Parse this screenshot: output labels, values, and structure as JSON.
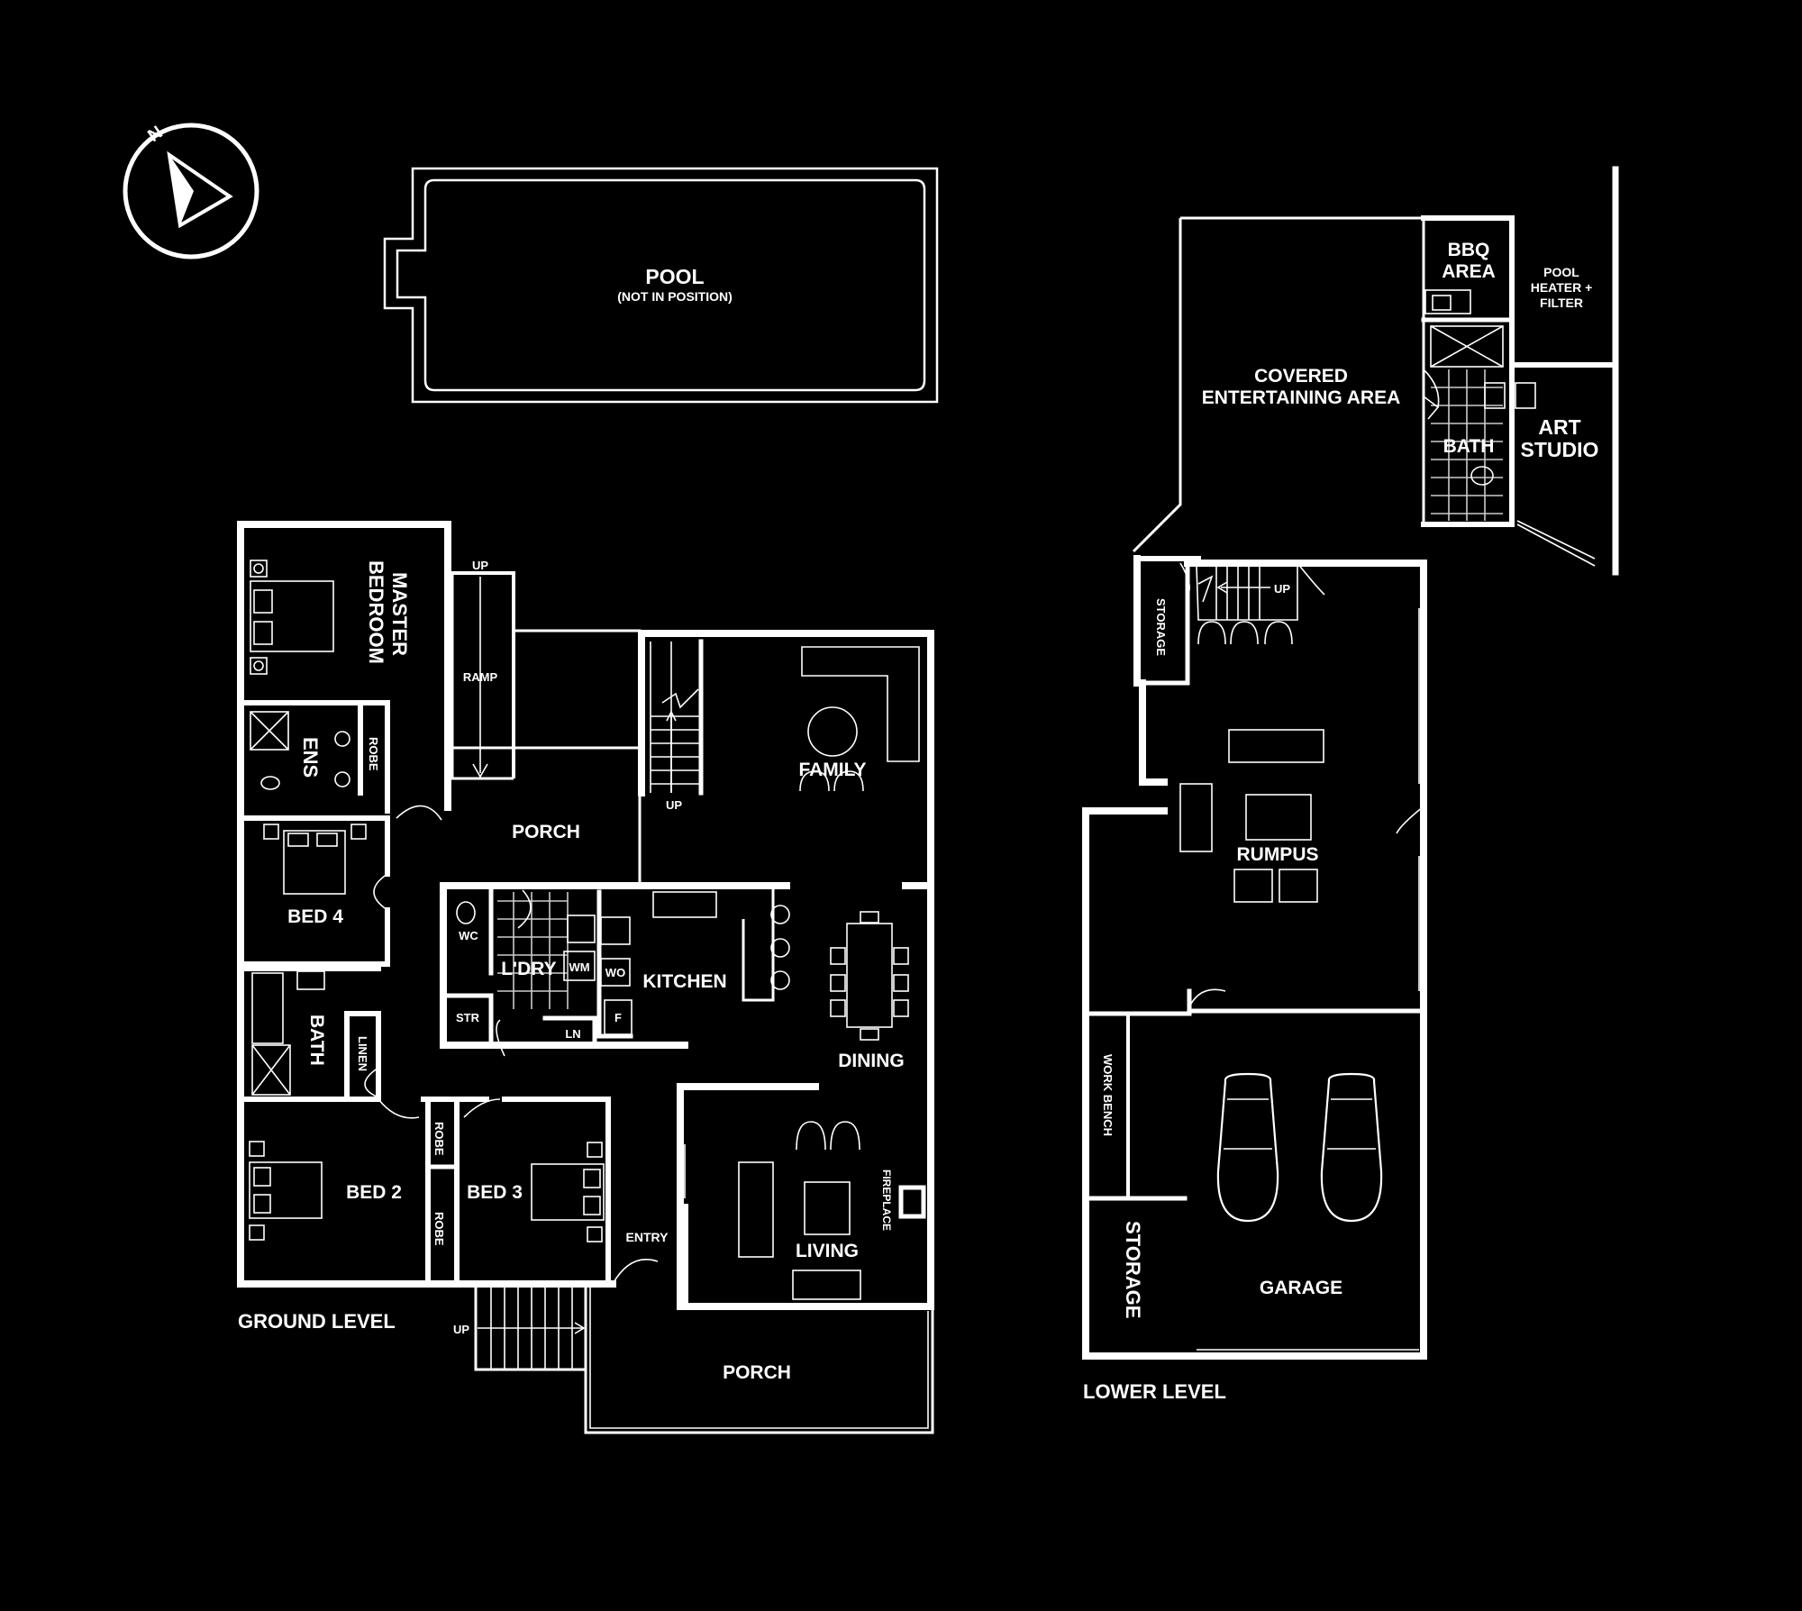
{
  "compass": {
    "north_label": "N",
    "icon": "north-arrow-icon"
  },
  "pool": {
    "label": "POOL",
    "note": "(NOT IN POSITION)"
  },
  "ground_level": {
    "title": "GROUND LEVEL",
    "rooms": {
      "master_bedroom_line1": "MASTER",
      "master_bedroom_line2": "BEDROOM",
      "ens": "ENS",
      "robe_master": "ROBE",
      "bed4": "BED 4",
      "bath": "BATH",
      "linen": "LINEN",
      "bed2": "BED 2",
      "robe_bed2": "ROBE",
      "robe_bed3": "ROBE",
      "bed3": "BED 3",
      "porch_top": "PORCH",
      "ramp": "RAMP",
      "up_ramp": "UP",
      "up_stair": "UP",
      "up_front": "UP",
      "family": "FAMILY",
      "wc": "WC",
      "laundry": "L'DRY",
      "wm": "WM",
      "wo": "WO",
      "f": "F",
      "kitchen": "KITCHEN",
      "str": "STR",
      "ln": "LN",
      "dining": "DINING",
      "living": "LIVING",
      "fireplace": "FIREPLACE",
      "entry": "ENTRY",
      "porch_front": "PORCH"
    }
  },
  "lower_level": {
    "title": "LOWER LEVEL",
    "rooms": {
      "covered_line1": "COVERED",
      "covered_line2": "ENTERTAINING AREA",
      "bbq_line1": "BBQ",
      "bbq_line2": "AREA",
      "pool_heater_line1": "POOL",
      "pool_heater_line2": "HEATER +",
      "pool_heater_line3": "FILTER",
      "bath": "BATH",
      "art_line1": "ART",
      "art_line2": "STUDIO",
      "storage_small": "STORAGE",
      "up": "UP",
      "rumpus": "RUMPUS",
      "work_bench": "WORK BENCH",
      "storage": "STORAGE",
      "garage": "GARAGE"
    }
  }
}
